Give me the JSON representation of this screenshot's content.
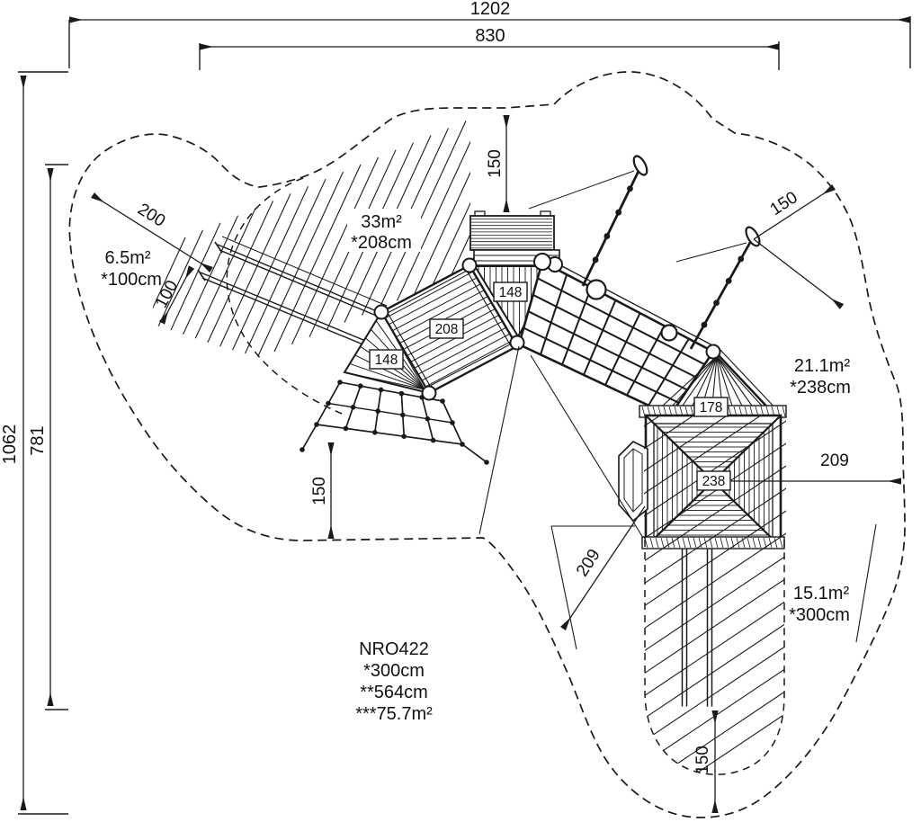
{
  "drawing_title": {
    "model": "NRO422",
    "fall_height_note": "*300cm",
    "length_note": "**564cm",
    "area_note": "***75.7m²"
  },
  "dimensions": {
    "overall_width": "1202",
    "inner_width": "830",
    "overall_depth": "1062",
    "inner_depth": "781",
    "top_clearance": "150",
    "upper_right_clearance": "150",
    "right_clearance": "209",
    "lower_diagonal_clearance": "209",
    "bottom_center_clearance": "150",
    "bottom_right_clearance": "150",
    "ramp_outer_clearance": "200",
    "ramp_inner_clearance": "100"
  },
  "safety_zones": {
    "main": {
      "area": "33m²",
      "fall_height": "*208cm"
    },
    "ramp": {
      "area": "6.5m²",
      "fall_height": "*100cm"
    },
    "net": {
      "area": "21.1m²",
      "fall_height": "*238cm"
    },
    "slide": {
      "area": "15.1m²",
      "fall_height": "*300cm"
    }
  },
  "platform_heights": [
    "148",
    "208",
    "148",
    "178",
    "238"
  ],
  "colors": {
    "ink": "#1a1a1a",
    "paper": "#ffffff"
  }
}
